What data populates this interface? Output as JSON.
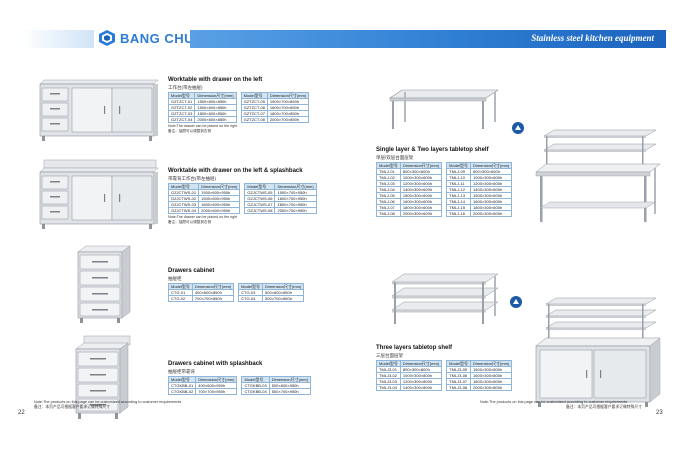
{
  "header": {
    "brand": "BANG CHU",
    "title": "Stainless steel kitchen equipment"
  },
  "products": {
    "worktable_drawer": {
      "title": "Worktable with drawer on the left",
      "cn": "工作台(带左抽屉)",
      "head": [
        "Model型号",
        "Dimension尺寸(mm)",
        "Model型号",
        "Dimension尺寸(mm)"
      ],
      "rows": [
        [
          "GZTZCT-01",
          "1500×600×850h",
          "GZTZCT-05",
          "1500×700×850h"
        ],
        [
          "GZTZCT-02",
          "1500×600×850h",
          "GZTZCT-06",
          "1600×700×850h"
        ],
        [
          "GZTZCT-03",
          "1800×600×850h",
          "GZTZCT-07",
          "1800×700×850h"
        ],
        [
          "GZTZCT-04",
          "2000×600×850h",
          "GZTZCT-08",
          "2000×700×850h"
        ]
      ],
      "note1": "Note:The drawer can be placed on the right",
      "note2": "备注：抽屉可以调整到右侧"
    },
    "worktable_splash": {
      "title": "Worktable with drawer on the left & splashback",
      "cn": "带靠背工作台(带左抽屉)",
      "head": [
        "Model型号",
        "Dimension尺寸(mm)",
        "Model型号",
        "Dimension尺寸(mm)"
      ],
      "rows": [
        [
          "GZJCTWS-01",
          "1500×600×950h",
          "GZJCTWS-05",
          "1500×700×950h"
        ],
        [
          "GZJCTWS-02",
          "1500×600×950h",
          "GZJCTWS-06",
          "1600×700×950h"
        ],
        [
          "GZJCTWS-03",
          "1800×600×950h",
          "GZJCTWS-07",
          "1800×700×950h"
        ],
        [
          "GZJCTWS-04",
          "2000×600×950h",
          "GZJCTWS-08",
          "2000×700×950h"
        ]
      ],
      "note1": "Note:The drawer can be placed on the right",
      "note2": "备注：抽屉可以调整到右侧"
    },
    "drawers_cabinet": {
      "title": "Drawers cabinet",
      "cn": "抽屉柜",
      "head": [
        "Model型号",
        "Dimension尺寸(mm)",
        "Model型号",
        "Dimension尺寸(mm)"
      ],
      "rows": [
        [
          "CTG-01",
          "400×600×850h",
          "CTG-03",
          "500×600×850h"
        ],
        [
          "CTG-02",
          "700×700×850h",
          "CTG-04",
          "500×700×850h"
        ]
      ]
    },
    "drawers_splash": {
      "title": "Drawers cabinet with splashback",
      "cn": "抽屉柜带靠背",
      "head": [
        "Model型号",
        "Dimension尺寸(mm)",
        "Model型号",
        "Dimension尺寸(mm)"
      ],
      "rows": [
        [
          "CTGKBB-01",
          "400×600×950h",
          "CTGKBB-03",
          "500×600×950h"
        ],
        [
          "CTGKBB-02",
          "700×700×950h",
          "CTGKBB-04",
          "500×700×950h"
        ]
      ]
    },
    "shelf_two": {
      "title": "Single layer & Two layers tabletop shelf",
      "cn": "单层/双层台面层架",
      "head": [
        "Model型号",
        "Dimension尺寸(mm)",
        "Model型号",
        "Dimension尺寸(mm)"
      ],
      "rows": [
        [
          "TMLJ-01",
          "800×300×600h",
          "TMLJ-09",
          "800×300×600h"
        ],
        [
          "TMLJ-02",
          "1000×300×600h",
          "TMLJ-10",
          "1000×300×600h"
        ],
        [
          "TMLJ-03",
          "1200×300×600h",
          "TMLJ-11",
          "1200×300×600h"
        ],
        [
          "TMLJ-04",
          "1400×300×600h",
          "TMLJ-12",
          "1400×300×600h"
        ],
        [
          "TMLJ-05",
          "1500×300×600h",
          "TMLJ-13",
          "1500×300×600h"
        ],
        [
          "TMLJ-06",
          "1600×300×600h",
          "TMLJ-14",
          "1600×300×600h"
        ],
        [
          "TMLJ-07",
          "1800×300×600h",
          "TMLJ-15",
          "1800×300×600h"
        ],
        [
          "TMLJ-08",
          "2000×300×600h",
          "TMLJ-16",
          "2000×300×600h"
        ]
      ]
    },
    "shelf_three": {
      "title": "Three layers tabletop shelf",
      "cn": "三层台面层架",
      "head": [
        "Model型号",
        "Dimension尺寸(mm)",
        "Model型号",
        "Dimension尺寸(mm)"
      ],
      "rows": [
        [
          "TMLJ3-01",
          "800×300×800h",
          "TMLJ3-05",
          "1500×300×800h"
        ],
        [
          "TMLJ3-02",
          "1000×300×800h",
          "TMLJ3-06",
          "1600×300×800h"
        ],
        [
          "TMLJ3-03",
          "1200×300×800h",
          "TMLJ3-07",
          "1800×300×800h"
        ],
        [
          "TMLJ3-04",
          "1400×300×800h",
          "TMLJ3-08",
          "2000×300×800h"
        ]
      ]
    }
  },
  "footer": {
    "left_en": "Note:The products on this page can be customized according to customer requirements",
    "left_cn": "备注：本页产品可根据客户要求订做特殊尺寸",
    "right_en": "Note:The products on this page can be customized according to customer requirements",
    "right_cn": "备注：本页产品可根据客户要求订做特殊尺寸",
    "page_left": "22",
    "page_right": "23"
  },
  "colors": {
    "accent": "#2b7bd8",
    "band": "#1c63be"
  }
}
